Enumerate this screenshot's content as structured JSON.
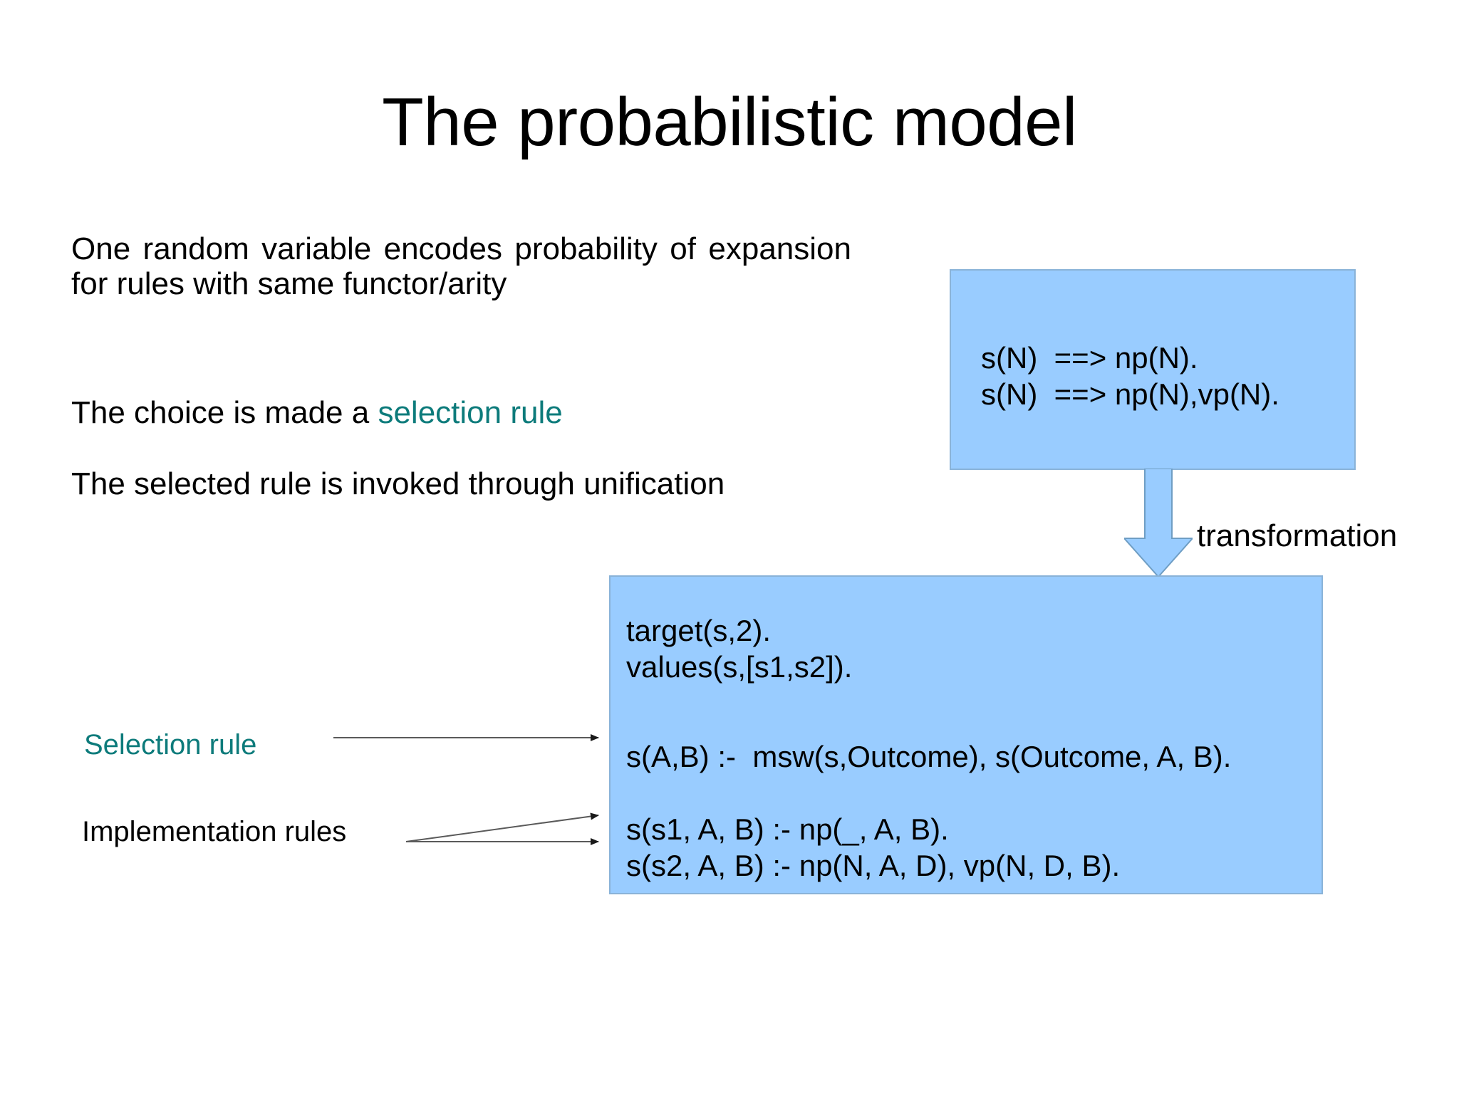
{
  "slide": {
    "title": "The probabilistic model",
    "background_color": "#ffffff"
  },
  "colors": {
    "box_fill": "#99ccff",
    "box_border": "#8ab3d8",
    "accent_teal": "#0d7b7b",
    "text": "#000000",
    "leader_line": "#5a5a5a"
  },
  "body": {
    "paragraph_1": "One random variable encodes probability of expansion for  rules with same functor/arity",
    "paragraph_2_before": "The choice is made a ",
    "paragraph_2_highlight": "selection rule",
    "paragraph_3": "The selected rule is invoked through unification"
  },
  "grammar_box": {
    "name": "grammar-rules-box",
    "lines": [
      "s(N)  ==> np(N).",
      "s(N)  ==> np(N),vp(N)."
    ],
    "text": "s(N)  ==> np(N).\ns(N)  ==> np(N),vp(N)."
  },
  "transformation": {
    "label": "transformation",
    "arrow_icon": "down-arrow-icon",
    "direction": "down"
  },
  "program_box": {
    "name": "transformed-program-box",
    "declarations": [
      "target(s,2).",
      "values(s,[s1,s2])."
    ],
    "declarations_text": "target(s,2).\nvalues(s,[s1,s2]).",
    "selection_rule": "s(A,B) :-  msw(s,Outcome), s(Outcome, A, B).",
    "implementation_rules": [
      "s(s1, A, B) :- np(_, A, B).",
      "s(s2, A, B) :- np(N, A, D), vp(N, D, B)."
    ],
    "implementation_rules_text": "s(s1, A, B) :- np(_, A, B).\ns(s2, A, B) :- np(N, A, D), vp(N, D, B)."
  },
  "callouts": [
    {
      "name": "selection-rule-callout",
      "label": "Selection rule",
      "color": "#0d7b7b",
      "arrow_count": 1
    },
    {
      "name": "implementation-rules-callout",
      "label": "Implementation rules",
      "color": "#000000",
      "arrow_count": 2
    }
  ]
}
